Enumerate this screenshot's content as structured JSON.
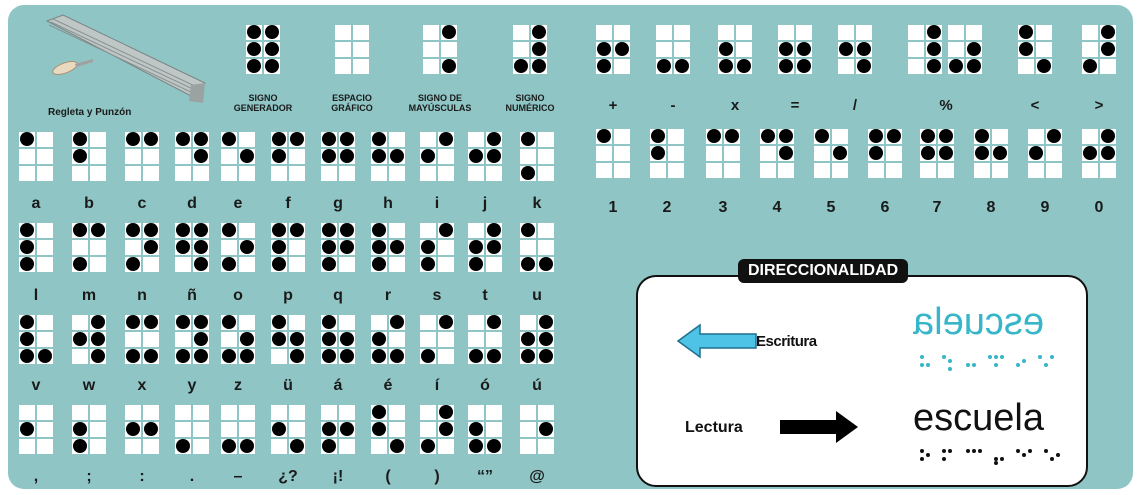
{
  "header": {
    "tools_caption": "Regleta y Punzón",
    "signs": [
      {
        "label": "SIGNO\nGENERADOR",
        "dots": [
          1,
          2,
          3,
          4,
          5,
          6
        ]
      },
      {
        "label": "ESPACIO\nGRÁFICO",
        "dots": []
      },
      {
        "label": "SIGNO DE\nMAYÚSCULAS",
        "dots": [
          4,
          6
        ]
      },
      {
        "label": "SIGNO\nNUMÉRICO",
        "dots": [
          3,
          4,
          5,
          6
        ]
      }
    ]
  },
  "operators": [
    {
      "label": "+",
      "dots": [
        2,
        3,
        5
      ]
    },
    {
      "label": "-",
      "dots": [
        3,
        6
      ]
    },
    {
      "label": "x",
      "dots": [
        2,
        3,
        6
      ]
    },
    {
      "label": "=",
      "dots": [
        2,
        3,
        5,
        6
      ]
    },
    {
      "label": "/",
      "dots": [
        2,
        5,
        6
      ]
    },
    {
      "label": "%",
      "cells": [
        [
          4,
          5,
          6
        ],
        [
          3,
          5,
          6
        ]
      ]
    },
    {
      "label": "<",
      "dots": [
        1,
        2,
        6
      ]
    },
    {
      "label": ">",
      "dots": [
        3,
        4,
        5
      ]
    }
  ],
  "numbers": [
    {
      "label": "1",
      "dots": [
        1
      ]
    },
    {
      "label": "2",
      "dots": [
        1,
        2
      ]
    },
    {
      "label": "3",
      "dots": [
        1,
        4
      ]
    },
    {
      "label": "4",
      "dots": [
        1,
        4,
        5
      ]
    },
    {
      "label": "5",
      "dots": [
        1,
        5
      ]
    },
    {
      "label": "6",
      "dots": [
        1,
        2,
        4
      ]
    },
    {
      "label": "7",
      "dots": [
        1,
        2,
        4,
        5
      ]
    },
    {
      "label": "8",
      "dots": [
        1,
        2,
        5
      ]
    },
    {
      "label": "9",
      "dots": [
        2,
        4
      ]
    },
    {
      "label": "0",
      "dots": [
        2,
        4,
        5
      ]
    }
  ],
  "alphabet_rows": [
    [
      {
        "label": "a",
        "dots": [
          1
        ]
      },
      {
        "label": "b",
        "dots": [
          1,
          2
        ]
      },
      {
        "label": "c",
        "dots": [
          1,
          4
        ]
      },
      {
        "label": "d",
        "dots": [
          1,
          4,
          5
        ]
      },
      {
        "label": "e",
        "dots": [
          1,
          5
        ]
      },
      {
        "label": "f",
        "dots": [
          1,
          2,
          4
        ]
      },
      {
        "label": "g",
        "dots": [
          1,
          2,
          4,
          5
        ]
      },
      {
        "label": "h",
        "dots": [
          1,
          2,
          5
        ]
      },
      {
        "label": "i",
        "dots": [
          2,
          4
        ]
      },
      {
        "label": "j",
        "dots": [
          2,
          4,
          5
        ]
      },
      {
        "label": "k",
        "dots": [
          1,
          3
        ]
      }
    ],
    [
      {
        "label": "l",
        "dots": [
          1,
          2,
          3
        ]
      },
      {
        "label": "m",
        "dots": [
          1,
          3,
          4
        ]
      },
      {
        "label": "n",
        "dots": [
          1,
          3,
          4,
          5
        ]
      },
      {
        "label": "ñ",
        "dots": [
          1,
          2,
          4,
          5,
          6
        ]
      },
      {
        "label": "o",
        "dots": [
          1,
          3,
          5
        ]
      },
      {
        "label": "p",
        "dots": [
          1,
          2,
          3,
          4
        ]
      },
      {
        "label": "q",
        "dots": [
          1,
          2,
          3,
          4,
          5
        ]
      },
      {
        "label": "r",
        "dots": [
          1,
          2,
          3,
          5
        ]
      },
      {
        "label": "s",
        "dots": [
          2,
          3,
          4
        ]
      },
      {
        "label": "t",
        "dots": [
          2,
          3,
          4,
          5
        ]
      },
      {
        "label": "u",
        "dots": [
          1,
          3,
          6
        ]
      }
    ],
    [
      {
        "label": "v",
        "dots": [
          1,
          2,
          3,
          6
        ]
      },
      {
        "label": "w",
        "dots": [
          2,
          4,
          5,
          6
        ]
      },
      {
        "label": "x",
        "dots": [
          1,
          3,
          4,
          6
        ]
      },
      {
        "label": "y",
        "dots": [
          1,
          3,
          4,
          5,
          6
        ]
      },
      {
        "label": "z",
        "dots": [
          1,
          3,
          5,
          6
        ]
      },
      {
        "label": "ü",
        "dots": [
          1,
          2,
          5,
          6
        ]
      },
      {
        "label": "á",
        "dots": [
          1,
          2,
          3,
          5,
          6
        ]
      },
      {
        "label": "é",
        "dots": [
          2,
          3,
          4,
          6
        ]
      },
      {
        "label": "í",
        "dots": [
          3,
          4
        ]
      },
      {
        "label": "ó",
        "dots": [
          3,
          4,
          6
        ]
      },
      {
        "label": "ú",
        "dots": [
          2,
          3,
          4,
          5,
          6
        ]
      }
    ],
    [
      {
        "label": ",",
        "dots": [
          2
        ]
      },
      {
        "label": ";",
        "dots": [
          2,
          3
        ]
      },
      {
        "label": ":",
        "dots": [
          2,
          5
        ]
      },
      {
        "label": ".",
        "dots": [
          3
        ]
      },
      {
        "label": "–",
        "dots": [
          3,
          6
        ]
      },
      {
        "label": "¿?",
        "dots": [
          2,
          6
        ]
      },
      {
        "label": "¡!",
        "dots": [
          2,
          3,
          5
        ]
      },
      {
        "label": "(",
        "dots": [
          1,
          2,
          6
        ]
      },
      {
        "label": ")",
        "dots": [
          3,
          4,
          5
        ]
      },
      {
        "label": "“”",
        "dots": [
          2,
          3,
          6
        ]
      },
      {
        "label": "@",
        "dots": [
          5
        ]
      }
    ]
  ],
  "direction": {
    "title": "DIRECCIONALIDAD",
    "writing_label": "Escritura",
    "reading_label": "Lectura",
    "word": "escuela",
    "arrow_write_color": "#4fc3e6",
    "arrow_read_color": "#000000",
    "mirror_color": "#36b6c8"
  },
  "colors": {
    "board": "#8fc5c5",
    "cell": "#ffffff",
    "dot": "#000000"
  }
}
